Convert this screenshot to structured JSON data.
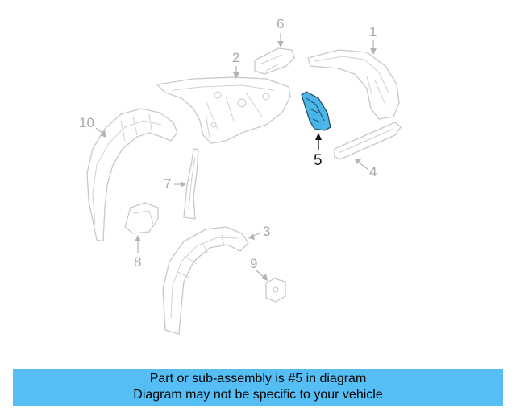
{
  "diagram": {
    "callouts": {
      "c1": "1",
      "c2": "2",
      "c3": "3",
      "c4": "4",
      "c5": "5",
      "c6": "6",
      "c7": "7",
      "c8": "8",
      "c9": "9",
      "c10": "10"
    },
    "highlighted_part": "5",
    "colors": {
      "highlight": "#4ab6e8",
      "banner": "#55bff5",
      "part_outline": "#c8c8c8"
    }
  },
  "banner": {
    "line1": "Part or sub-assembly is #5 in diagram",
    "line2": "Diagram may not be specific to your vehicle"
  }
}
